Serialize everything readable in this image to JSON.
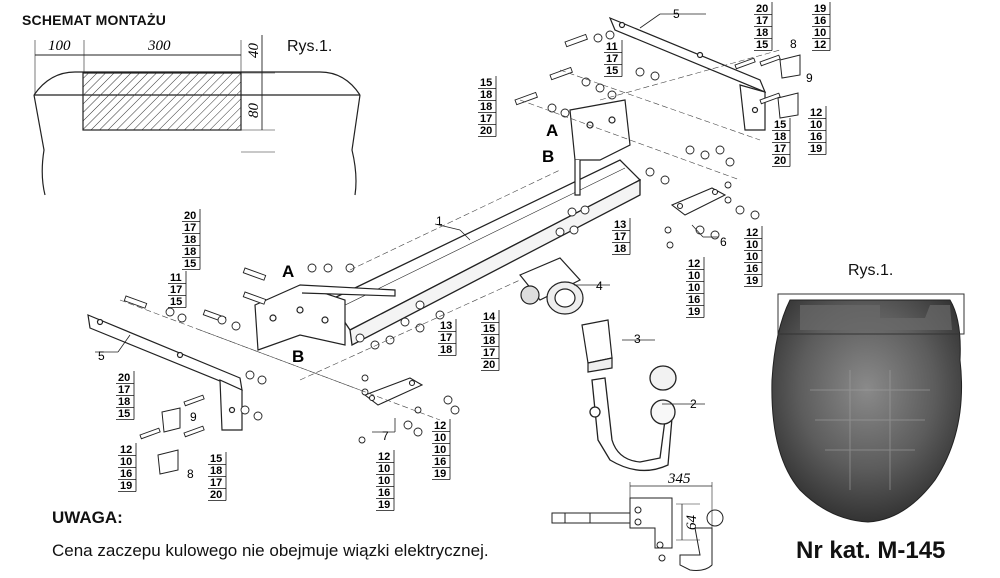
{
  "title": "SCHEMAT MONTAŻU",
  "figure_label_1": "Rys.1.",
  "figure_label_2": "Rys.1.",
  "mounting_dims": {
    "d100": "100",
    "d300": "300",
    "d40": "40",
    "d80": "80"
  },
  "product_dims": {
    "d345": "345",
    "d64": "64"
  },
  "warning_heading": "UWAGA:",
  "warning_text": "Cena zaczepu kulowego nie obejmuje wiązki elektrycznej.",
  "catalog_number": "Nr kat. M-145",
  "part_labels": {
    "p1": "1",
    "p2": "2",
    "p3": "3",
    "p4": "4",
    "p5_top": "5",
    "p5_left": "5",
    "p6": "6",
    "p7": "7",
    "p8_top": "8",
    "p8_left": "8",
    "p9_top": "9",
    "p9_left": "9",
    "A_top": "A",
    "B_top": "B",
    "A_left": "A",
    "B_left": "B"
  },
  "stacks": {
    "s_top_5": [
      "20",
      "17",
      "18",
      "15"
    ],
    "s_top_8": [
      "19",
      "16",
      "10",
      "12"
    ],
    "s_top_11": [
      "11",
      "17",
      "15"
    ],
    "s_top_left": [
      "15",
      "18",
      "18",
      "17",
      "20"
    ],
    "s_top_9": [
      "15",
      "18",
      "17",
      "20"
    ],
    "s_top_9r": [
      "12",
      "10",
      "16",
      "19"
    ],
    "s_6": [
      "12",
      "10",
      "10",
      "16",
      "19"
    ],
    "s_6r": [
      "12",
      "10",
      "10",
      "16",
      "19"
    ],
    "s_13a": [
      "13",
      "17",
      "18"
    ],
    "s_left_20": [
      "20",
      "17",
      "18",
      "18",
      "15"
    ],
    "s_left_11": [
      "11",
      "17",
      "15"
    ],
    "s_13b": [
      "13",
      "17",
      "18"
    ],
    "s_14": [
      "14",
      "15",
      "18",
      "17",
      "20"
    ],
    "s_left_5b": [
      "20",
      "17",
      "18",
      "15"
    ],
    "s_left_12": [
      "12",
      "10",
      "16",
      "19"
    ],
    "s_left_15": [
      "15",
      "18",
      "17",
      "20"
    ],
    "s_7": [
      "12",
      "10",
      "10",
      "16",
      "19"
    ],
    "s_7r": [
      "12",
      "10",
      "10",
      "16",
      "19"
    ]
  }
}
